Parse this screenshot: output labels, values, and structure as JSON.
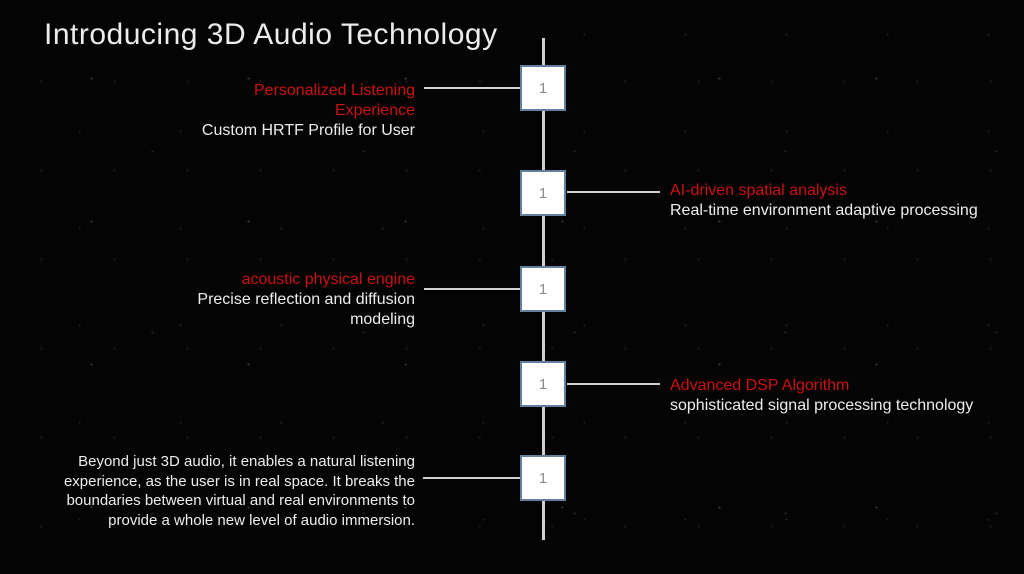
{
  "slide": {
    "title": "Introducing 3D Audio Technology"
  },
  "timeline": {
    "items": [
      {
        "number": "1",
        "side": "left",
        "heading": "Personalized Listening Experience",
        "body": "Custom HRTF Profile for User"
      },
      {
        "number": "1",
        "side": "right",
        "heading": "AI-driven spatial analysis",
        "body": "Real-time environment adaptive processing"
      },
      {
        "number": "1",
        "side": "left",
        "heading": "acoustic physical engine",
        "body": "Precise reflection and diffusion modeling"
      },
      {
        "number": "1",
        "side": "right",
        "heading": "Advanced DSP Algorithm",
        "body": "sophisticated signal processing technology"
      },
      {
        "number": "1",
        "side": "left",
        "heading": "",
        "body": "Beyond just 3D audio, it enables a natural listening experience, as the user is in real space. It breaks the boundaries between virtual and real environments to provide a whole new level of audio immersion."
      }
    ]
  },
  "colors": {
    "background": "#040404",
    "accent_red": "#cc1111",
    "text_primary": "#ededed",
    "node_fill": "#ffffff",
    "node_border": "#64809f",
    "node_number": "#8c8c8c",
    "line": "#d2d2d2"
  }
}
